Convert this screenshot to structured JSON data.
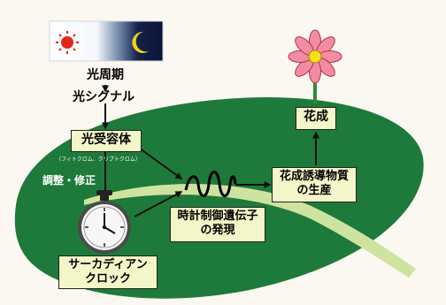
{
  "diagram": {
    "labels": {
      "photoperiod": "光周期",
      "light_signal": "光シグナル",
      "photoreceptor": "光受容体",
      "photoreceptor_note": "（フィトクロム、クリプトクロム）",
      "adjust": "調整・修正",
      "circadian_line1": "サーカディアン",
      "circadian_line2": "クロック",
      "clock_gene_line1": "時計制御遺伝子",
      "clock_gene_line2": "の発現",
      "inducer_line1": "花成誘導物質",
      "inducer_line2": "の生産",
      "flowering": "花成"
    },
    "icons": [
      "sun-icon",
      "moon-icon",
      "stopwatch-icon",
      "flower-icon",
      "leaf-shape",
      "wave-symbol"
    ],
    "colors": {
      "leaf": "#1e7a3a",
      "vein": "#cfe3a0",
      "box_fill": "#f3f6c8",
      "petal": "#f28ca0",
      "flower_center": "#f5e01a",
      "sun": "#e4251b",
      "moon": "#f2d21a",
      "night": "#101a3a"
    }
  }
}
